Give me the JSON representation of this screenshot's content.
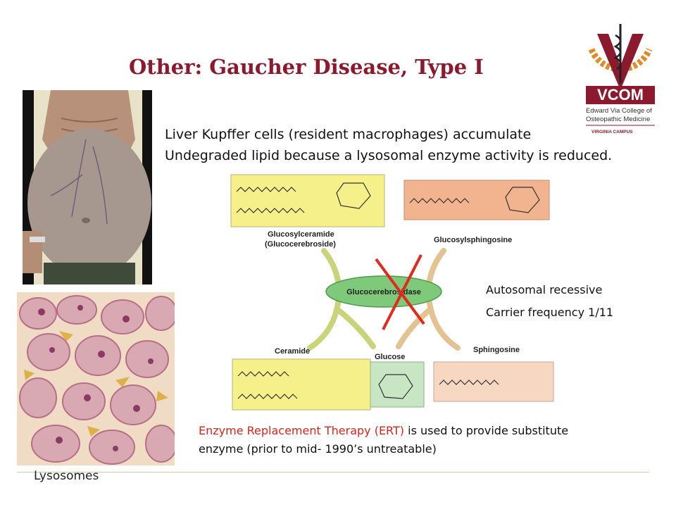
{
  "slide": {
    "title": "Other: Gaucher Disease, Type I",
    "line1": "Liver Kupffer cells (resident macrophages) accumulate",
    "line2": "Undegraded lipid because a lysosomal enzyme activity is reduced.",
    "side1": "Autosomal recessive",
    "side2": "Carrier frequency 1/11",
    "ert_red": "Enzyme Replacement Therapy (ERT)",
    "ert_rest1": " is used to provide substitute",
    "ert_line2": "enzyme (prior to mid- 1990’s untreatable)",
    "lysosomes": "Lysosomes"
  },
  "logo": {
    "name": "VCOM",
    "line1": "Edward Via College of",
    "line2": "Osteopathic Medicine",
    "campus": "VIRGINIA CAMPUS"
  },
  "diagram": {
    "glucosylceramide": "Glucosylceramide",
    "glucocerebroside": "(Glucocerebroside)",
    "glucosylsphingosine": "Glucosylsphingosine",
    "enzyme": "Glucocerebrosidase",
    "ceramide": "Ceramide",
    "glucose": "Glucose",
    "sphingosine": "Sphingosine"
  },
  "colors": {
    "title": "#8b1a2e",
    "yellow_box": "#f6f08a",
    "peach_box": "#f2b38f",
    "light_peach_box": "#f6d7c2",
    "enzyme_ellipse": "#7fc97a",
    "red_x": "#e02a1c"
  }
}
